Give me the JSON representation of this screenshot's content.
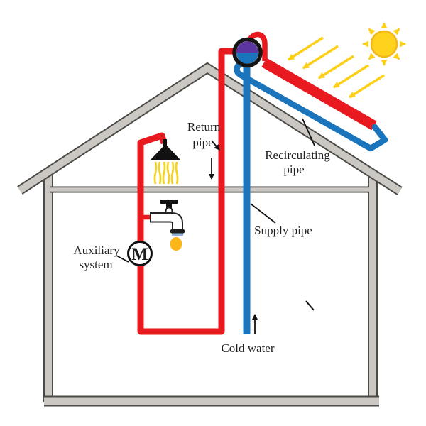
{
  "diagram": {
    "type": "solar-water-heating-schematic",
    "labels": {
      "return_pipe_line1": "Return",
      "return_pipe_line2": "pipe",
      "recirculating_pipe_line1": "Recirculating",
      "recirculating_pipe_line2": "pipe",
      "supply_pipe": "Supply pipe",
      "cold_water": "Cold water",
      "auxiliary_line1": "Auxiliary",
      "auxiliary_line2": "system",
      "pump_symbol": "M"
    },
    "colors": {
      "hot_pipe_red": "#e8191f",
      "cold_pipe_blue": "#1b75bc",
      "sun_yellow": "#ffd21e",
      "sun_outline": "#f3b71c",
      "ray_yellow": "#fdd017",
      "structure_gray": "#cbc7c2",
      "structure_outline": "#4a4a46",
      "tank_purple": "#5d35a0",
      "tank_ring_black": "#161616",
      "shower_water_yellow": "#f7d219",
      "drop_orange": "#fcb61a",
      "text_color": "#1f1f1f"
    },
    "icons": [
      "sun-icon",
      "solar-collector",
      "storage-tank",
      "shower-icon",
      "faucet-icon",
      "pump-icon",
      "house-outline"
    ]
  }
}
